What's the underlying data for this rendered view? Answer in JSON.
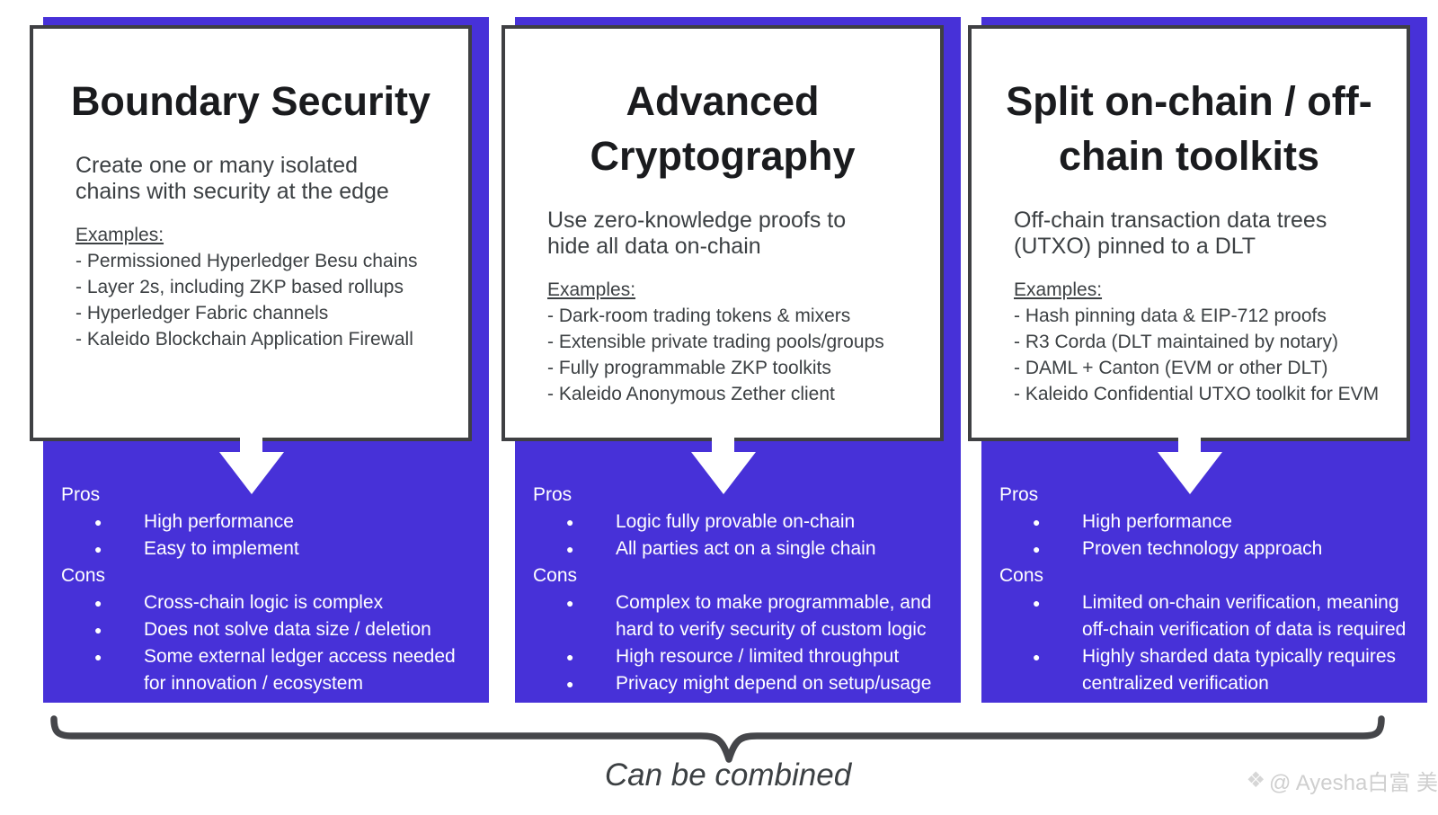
{
  "page": {
    "accent_purple": "#4731d8",
    "border_gray": "#3f4043",
    "footer_label": "Can be combined",
    "watermark_icon": "❖",
    "watermark_text": "@ Ayesha白富 美"
  },
  "columns": [
    {
      "title": "Boundary Security",
      "subtitle": "Create one or many isolated chains with security at the edge",
      "examples_label": "Examples:",
      "examples": [
        "- Permissioned Hyperledger Besu chains",
        "- Layer 2s, including ZKP based rollups",
        "- Hyperledger Fabric channels",
        "- Kaleido Blockchain Application Firewall"
      ],
      "pros_label": "Pros",
      "pros": [
        "High performance",
        "Easy to implement"
      ],
      "cons_label": "Cons",
      "cons": [
        "Cross-chain logic is complex",
        "Does not solve data size / deletion",
        "Some external ledger access needed for innovation / ecosystem"
      ]
    },
    {
      "title": "Advanced Cryptography",
      "subtitle": "Use zero-knowledge proofs to hide all data on-chain",
      "examples_label": "Examples:",
      "examples": [
        "- Dark-room trading tokens & mixers",
        "- Extensible private trading pools/groups",
        "- Fully programmable ZKP toolkits",
        "- Kaleido Anonymous Zether client"
      ],
      "pros_label": "Pros",
      "pros": [
        "Logic fully provable on-chain",
        "All parties act on a single chain"
      ],
      "cons_label": "Cons",
      "cons": [
        "Complex to make programmable, and hard to verify security of custom logic",
        "High resource / limited throughput",
        "Privacy might depend on setup/usage"
      ]
    },
    {
      "title": "Split on-chain / off-chain toolkits",
      "subtitle": "Off-chain transaction data trees (UTXO) pinned to a DLT",
      "examples_label": "Examples:",
      "examples": [
        "- Hash pinning data & EIP-712 proofs",
        "- R3 Corda (DLT maintained by notary)",
        "- DAML + Canton (EVM or other DLT)",
        "- Kaleido Confidential UTXO toolkit for EVM"
      ],
      "pros_label": "Pros",
      "pros": [
        "High performance",
        "Proven technology approach"
      ],
      "cons_label": "Cons",
      "cons": [
        "Limited on-chain verification, meaning off-chain verification of data is required",
        "Highly sharded data typically requires centralized verification"
      ]
    }
  ]
}
